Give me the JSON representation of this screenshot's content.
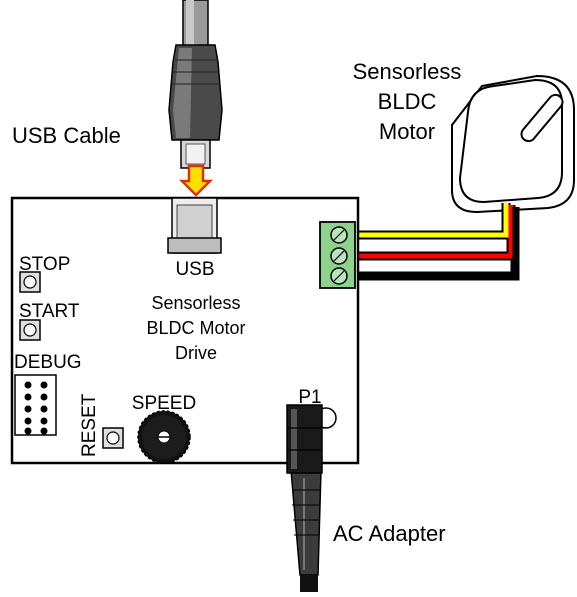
{
  "labels": {
    "usb_cable": "USB Cable",
    "motor_line1": "Sensorless",
    "motor_line2": "BLDC",
    "motor_line3": "Motor",
    "usb_port": "USB",
    "stop": "STOP",
    "start": "START",
    "debug": "DEBUG",
    "reset": "RESET",
    "speed": "SPEED",
    "board_line1": "Sensorless",
    "board_line2": "BLDC Motor",
    "board_line3": "Drive",
    "p1": "P1",
    "ac_adapter": "AC Adapter"
  },
  "colors": {
    "arrow": "#e03000",
    "arrow_fill": "#ffe000",
    "wire_yellow": "#ffff00",
    "wire_red": "#ff0000",
    "wire_black": "#000000",
    "terminal_green": "#8fd18f"
  },
  "icons": {
    "usb_plug": "usb-plug-icon",
    "motor": "bldc-motor-icon",
    "knob": "speed-knob-icon",
    "dc_plug": "dc-barrel-plug-icon"
  }
}
